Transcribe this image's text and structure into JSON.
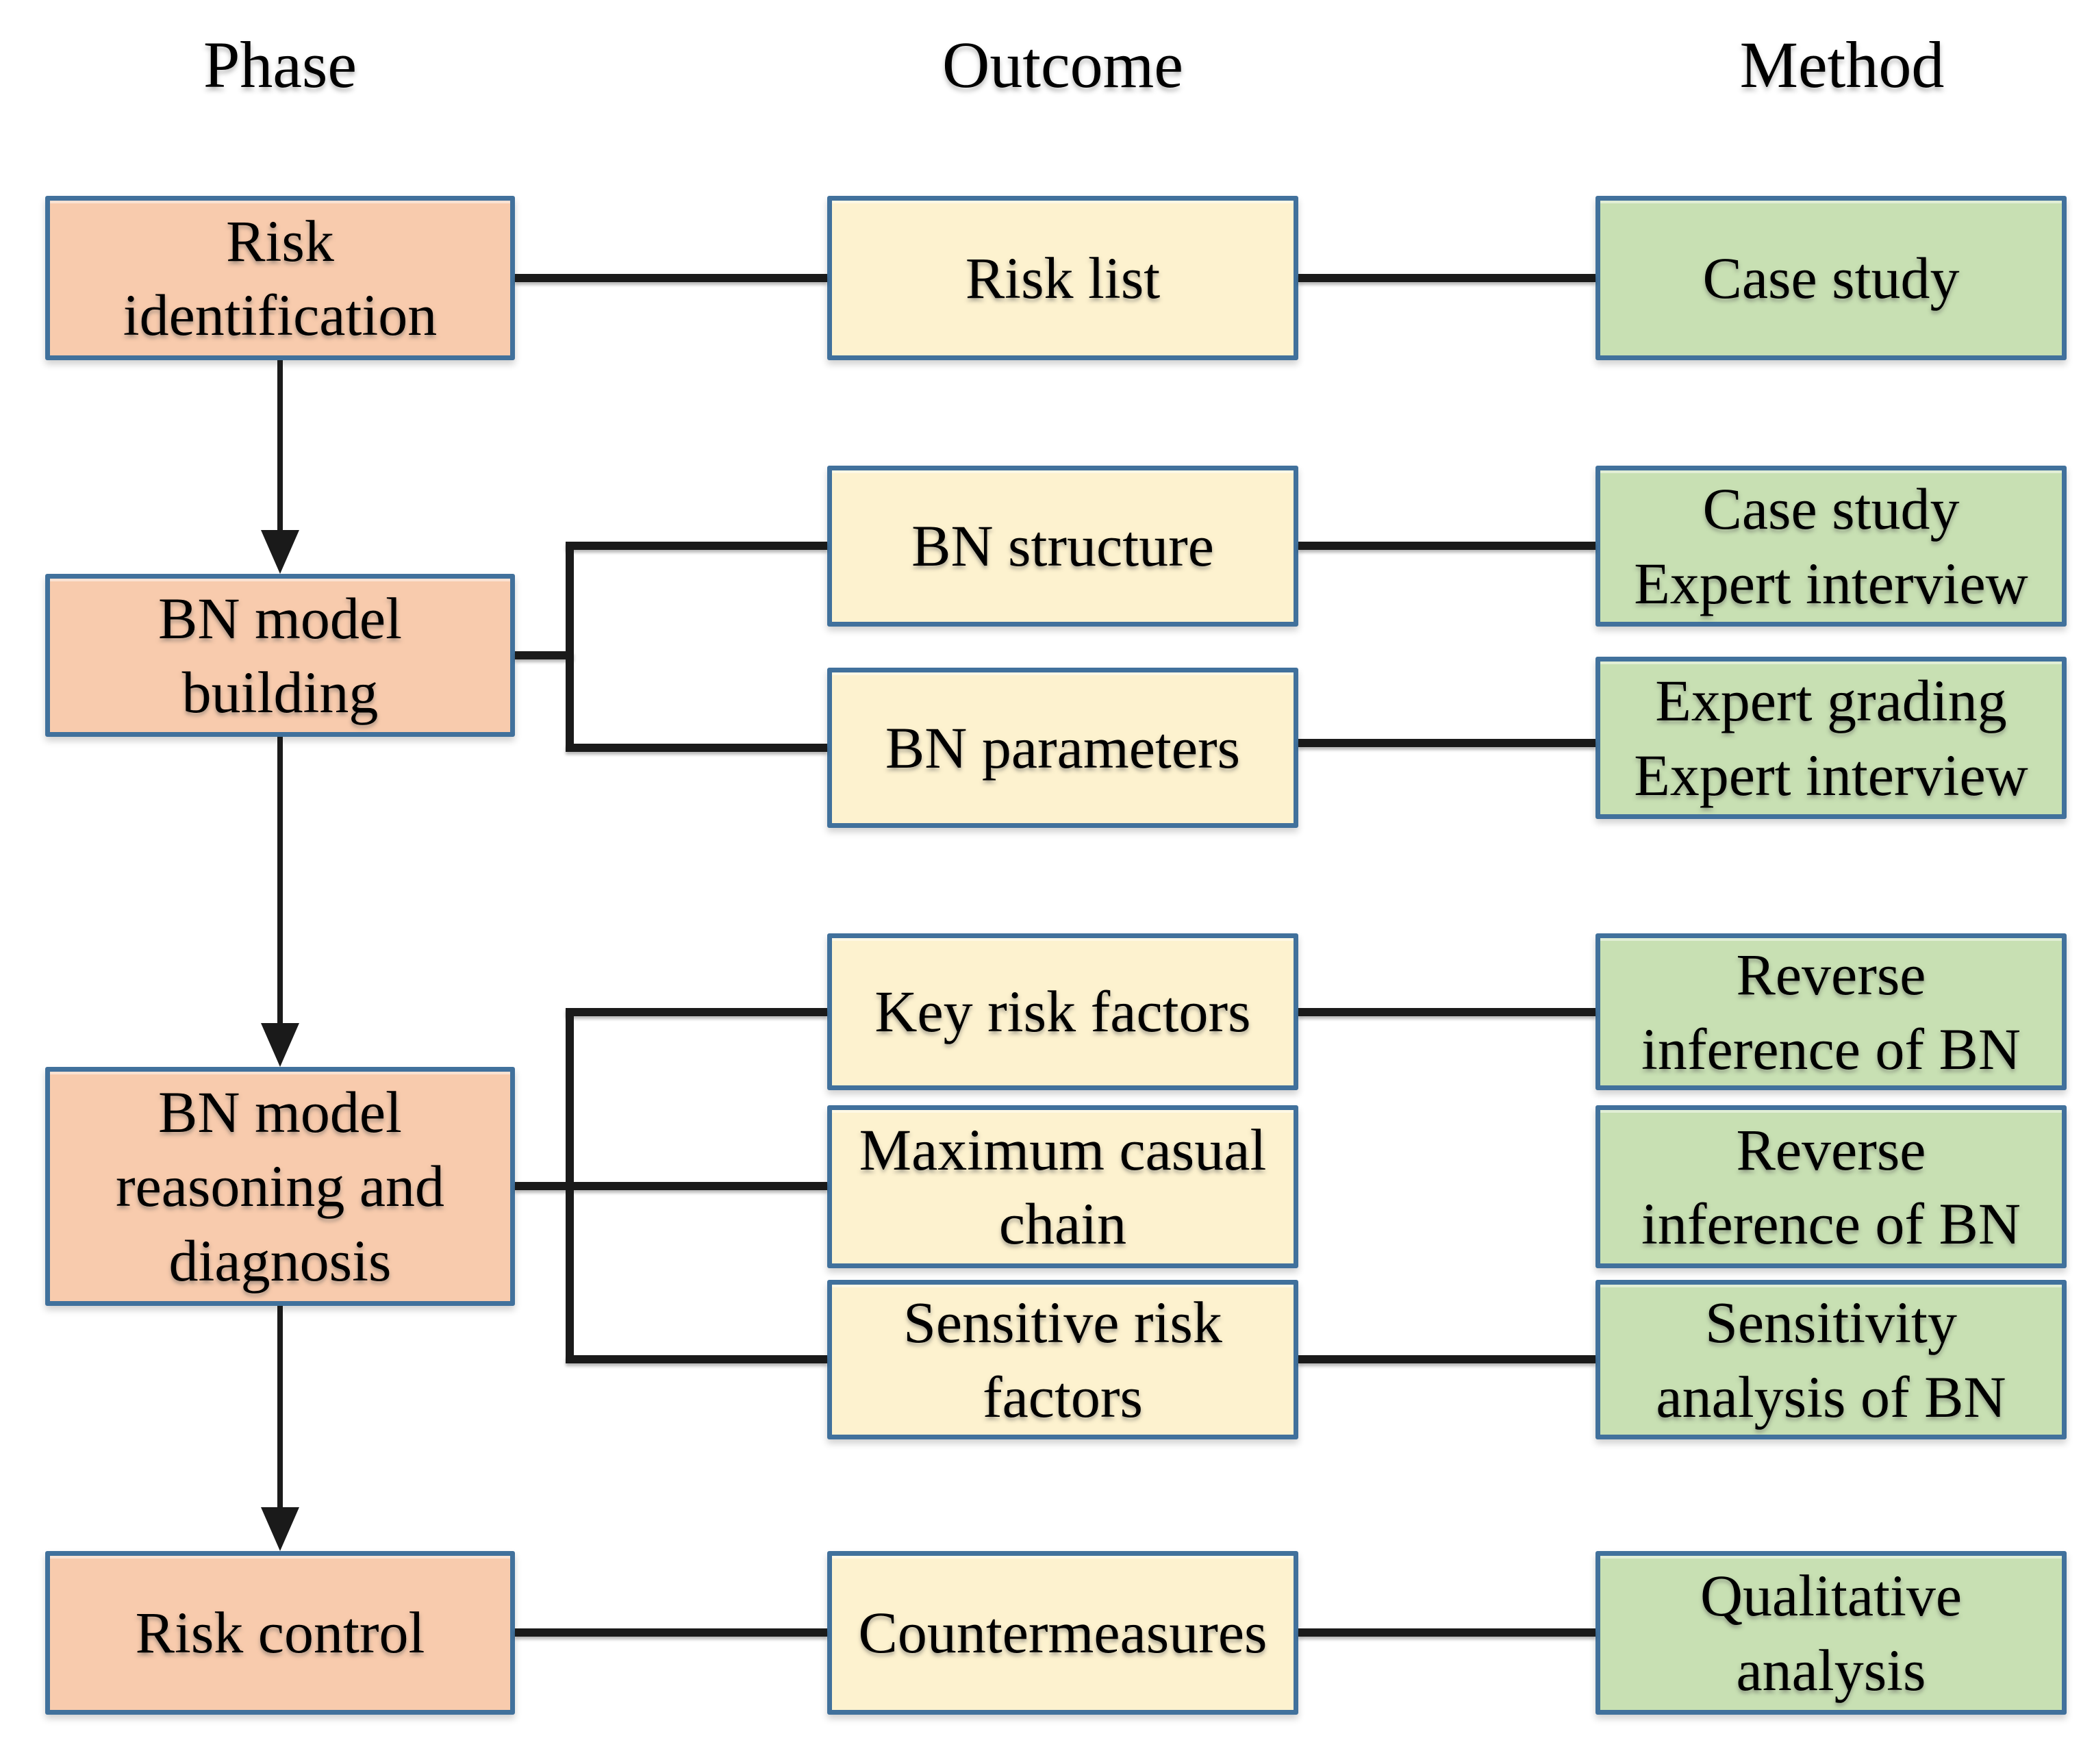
{
  "headers": {
    "phase": "Phase",
    "outcome": "Outcome",
    "method": "Method"
  },
  "colors": {
    "phase_fill": "#f8cbad",
    "outcome_fill": "#fdf2cf",
    "method_fill": "#c8e0b3",
    "border": "#41719c",
    "line": "#1a1a1a"
  },
  "nodes": {
    "phase": [
      {
        "id": "risk-identification",
        "label": "Risk\nidentification"
      },
      {
        "id": "bn-model-building",
        "label": "BN model\nbuilding"
      },
      {
        "id": "bn-model-reasoning",
        "label": "BN model\nreasoning and\ndiagnosis"
      },
      {
        "id": "risk-control",
        "label": "Risk control"
      }
    ],
    "outcome": [
      {
        "id": "risk-list",
        "label": "Risk list"
      },
      {
        "id": "bn-structure",
        "label": "BN structure"
      },
      {
        "id": "bn-parameters",
        "label": "BN parameters"
      },
      {
        "id": "key-risk-factors",
        "label": "Key risk factors"
      },
      {
        "id": "maximum-casual-chain",
        "label": "Maximum casual\nchain"
      },
      {
        "id": "sensitive-risk-factors",
        "label": "Sensitive risk\nfactors"
      },
      {
        "id": "countermeasures",
        "label": "Countermeasures"
      }
    ],
    "method": [
      {
        "id": "case-study",
        "label": "Case study"
      },
      {
        "id": "case-study-expert-interview",
        "label": "Case study\nExpert interview"
      },
      {
        "id": "expert-grading-expert-interview",
        "label": "Expert grading\nExpert interview"
      },
      {
        "id": "reverse-inference-bn-1",
        "label": "Reverse\ninference of BN"
      },
      {
        "id": "reverse-inference-bn-2",
        "label": "Reverse\ninference of BN"
      },
      {
        "id": "sensitivity-analysis-bn",
        "label": "Sensitivity\nanalysis of BN"
      },
      {
        "id": "qualitative-analysis",
        "label": "Qualitative\nanalysis"
      }
    ]
  }
}
